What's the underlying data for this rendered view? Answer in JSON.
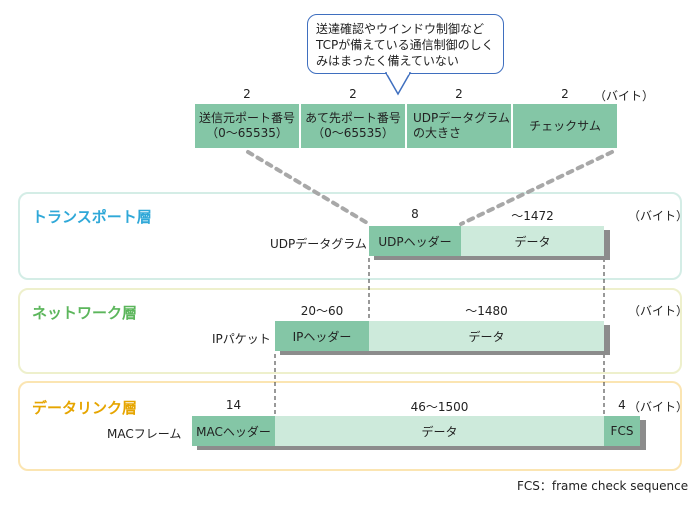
{
  "callout": {
    "lines": [
      "送達確認やウインドウ制御など",
      "TCPが備えている通信制御のしく",
      "みはまったく備えていない"
    ]
  },
  "udp_header_detail": {
    "sizes": [
      "2",
      "2",
      "2",
      "2"
    ],
    "unit": "（バイト）",
    "fields": [
      {
        "line1": "送信元ポート番号",
        "line2": "（0〜65535）"
      },
      {
        "line1": "あて先ポート番号",
        "line2": "（0〜65535）"
      },
      {
        "line1": "UDPデータグラム",
        "line2": "の大きさ"
      },
      {
        "line1": "チェックサム",
        "line2": ""
      }
    ]
  },
  "transport_layer": {
    "title": "トランスポート層",
    "color": "#2fa8d8",
    "unit_name": "UDPデータグラム",
    "header_size": "8",
    "data_size": "〜1472",
    "unit": "（バイト）",
    "header_label": "UDPヘッダー",
    "data_label": "データ"
  },
  "network_layer": {
    "title": "ネットワーク層",
    "color": "#5cb65c",
    "unit_name": "IPパケット",
    "header_size": "20〜60",
    "data_size": "〜1480",
    "unit": "（バイト）",
    "header_label": "IPヘッダー",
    "data_label": "データ"
  },
  "datalink_layer": {
    "title": "データリンク層",
    "color": "#e6a500",
    "unit_name": "MACフレーム",
    "header_size": "14",
    "data_size": "46〜1500",
    "fcs_size": "4",
    "unit": "（バイト）",
    "header_label": "MACヘッダー",
    "data_label": "データ",
    "fcs_label": "FCS"
  },
  "footnote": "FCS：frame check sequence"
}
